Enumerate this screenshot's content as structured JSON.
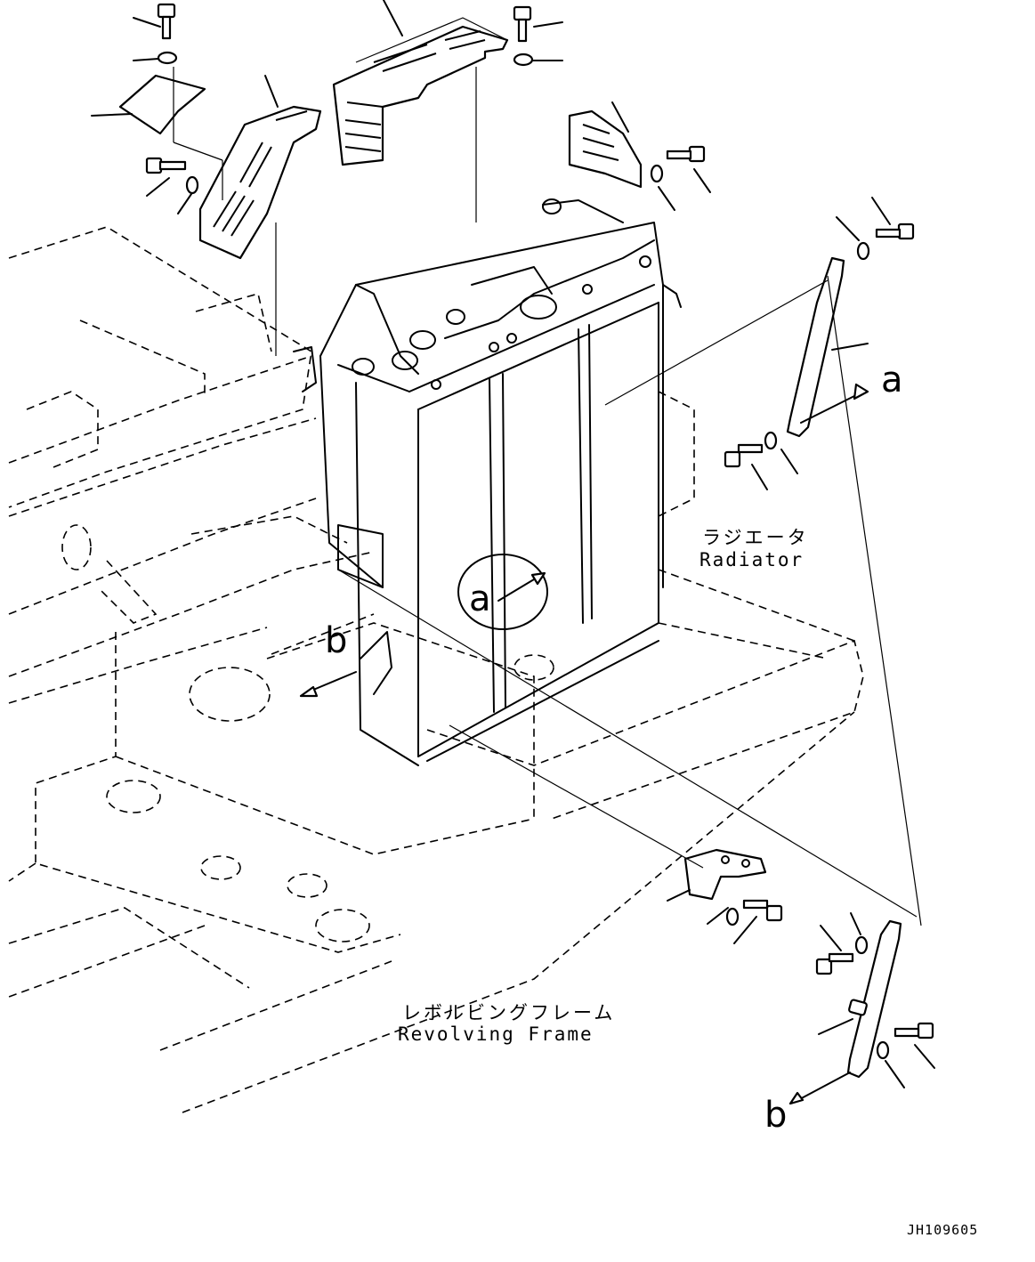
{
  "labels": {
    "radiator_jp": "ラジエータ",
    "radiator_en": "Radiator",
    "frame_jp": "レボルビングフレーム",
    "frame_en": "Revolving Frame",
    "view_a_callout": "a",
    "view_a_arrow": "a",
    "view_b_callout": "b",
    "view_b_arrow": "b",
    "drawing_id": "JH109605"
  }
}
